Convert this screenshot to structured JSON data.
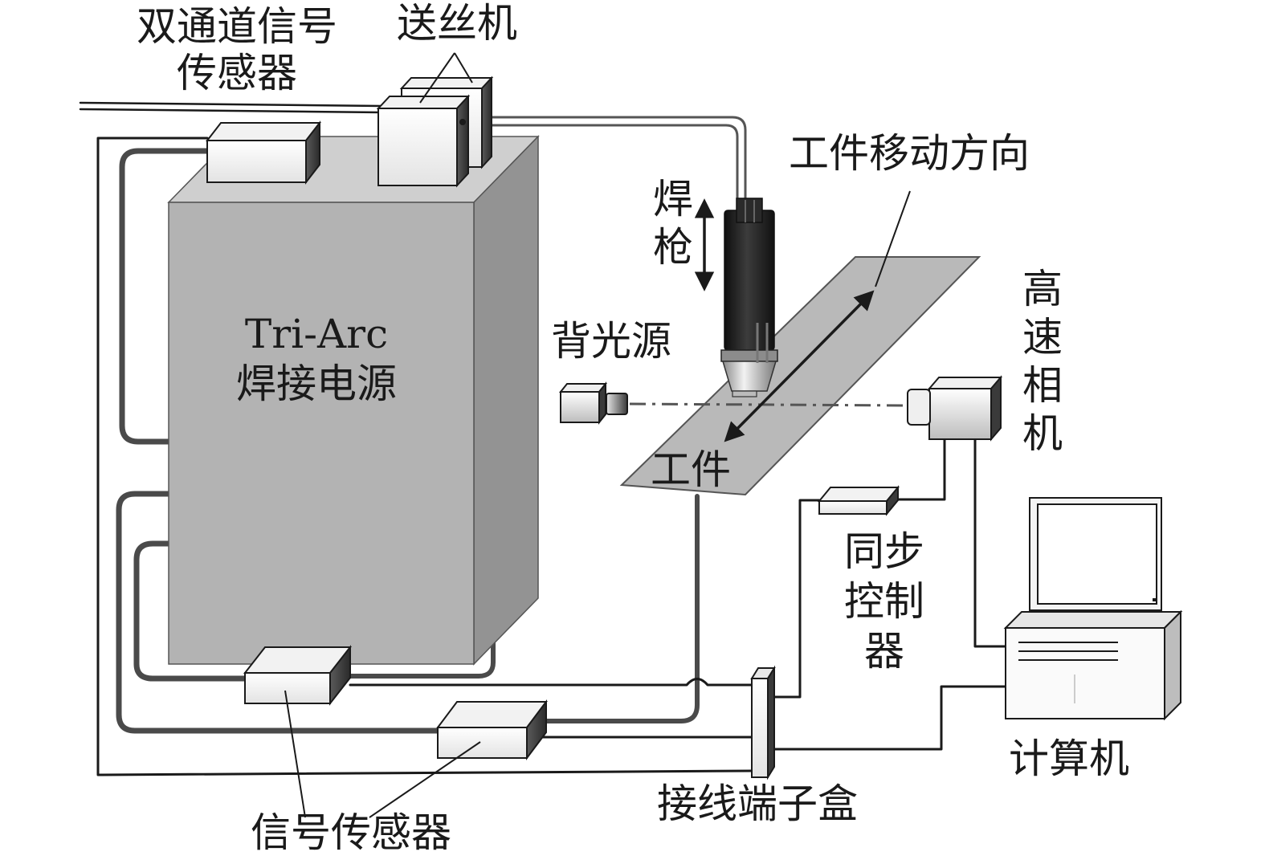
{
  "labels": {
    "dual_channel_sensor": [
      "双通道信号",
      "传感器"
    ],
    "wire_feeder": "送丝机",
    "power_source": [
      "Tri-Arc",
      "焊接电源"
    ],
    "torch": [
      "焊",
      "枪"
    ],
    "workpiece_direction": "工件移动方向",
    "backlight": "背光源",
    "high_speed_camera": [
      "高",
      "速",
      "相",
      "机"
    ],
    "workpiece": "工件",
    "sync_controller": [
      "同步",
      "控制",
      "器"
    ],
    "computer": "计算机",
    "terminal_box": "接线端子盒",
    "signal_sensor": "信号传感器"
  },
  "colors": {
    "ink": "#1a1a1a",
    "cabinet_front": "#b3b3b3",
    "cabinet_side": "#939393",
    "cabinet_top": "#cfcfcf",
    "workpiece": "#b9b9b9",
    "cable": "#4a4a4a",
    "torch": "#1f1f1f"
  },
  "icons": {
    "camera": "camera-icon",
    "backlight": "light-source-icon",
    "computer": "computer-icon",
    "torch": "welding-torch-icon"
  }
}
